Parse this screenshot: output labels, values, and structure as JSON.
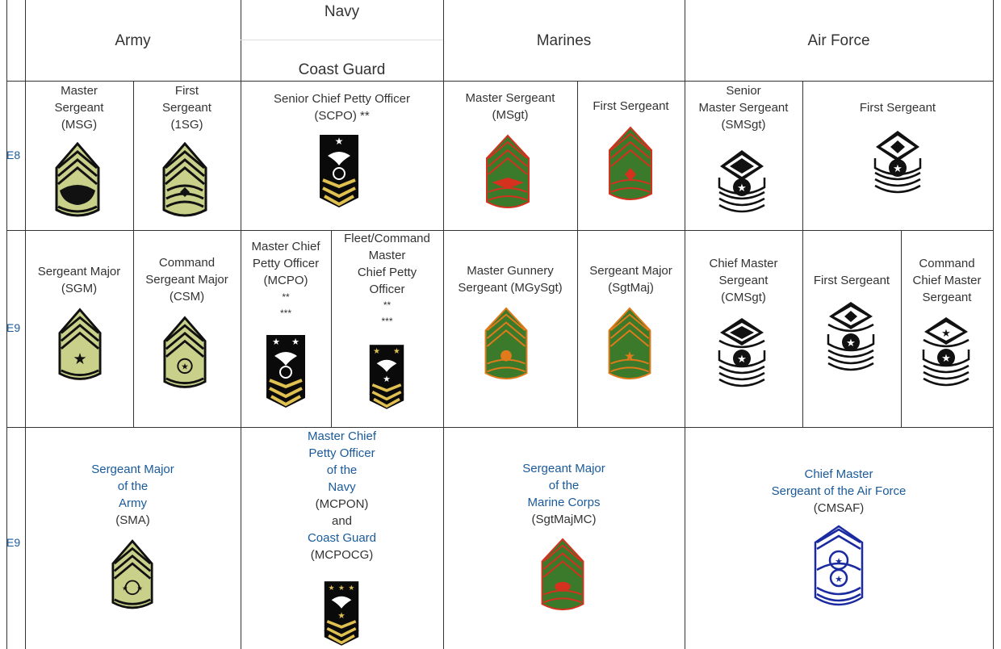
{
  "headers": {
    "army": "Army",
    "navy": "Navy",
    "coast_guard": "Coast Guard",
    "marines": "Marines",
    "air_force": "Air Force"
  },
  "rows": {
    "e8": "E8",
    "e9a": "E9",
    "e9b": "E9"
  },
  "e8": {
    "army_msg": "Master\nSergeant\n(MSG)",
    "army_1sg": "First\nSergeant\n(1SG)",
    "navy_scpo": "Senior Chief Petty Officer\n(SCPO) **",
    "marines_msgt": "Master Sergeant\n(MSgt)",
    "marines_1sg": "First Sergeant",
    "af_smsgt": "Senior\nMaster Sergeant\n(SMSgt)",
    "af_1sg": "First Sergeant"
  },
  "e9": {
    "army_sgm": "Sergeant Major\n(SGM)",
    "army_csm": "Command\nSergeant Major\n(CSM)",
    "navy_mcpo": "Master Chief\nPetty Officer\n(MCPO)",
    "navy_mcpo_stars": "**\n***",
    "navy_fleet": "Fleet/Command\nMaster\nChief Petty\nOfficer",
    "navy_fleet_stars": "**\n***",
    "marines_mgysgt": "Master Gunnery\nSergeant (MGySgt)",
    "marines_sgtmaj": "Sergeant Major\n(SgtMaj)",
    "af_cmsgt": "Chief Master\nSergeant\n(CMSgt)",
    "af_1sg": "First Sergeant",
    "af_ccm": "Command\nChief Master\nSergeant"
  },
  "senior": {
    "army_link": "Sergeant Major\nof the\nArmy",
    "army_abbr": "(SMA)",
    "navy_link1": "Master Chief\nPetty Officer\nof the\nNavy",
    "navy_abbr1": "(MCPON)",
    "navy_and": "and",
    "navy_link2": "Coast Guard",
    "navy_abbr2": "(MCPOCG)",
    "marines_link": "Sergeant Major\nof the\nMarine Corps",
    "marines_abbr": "(SgtMajMC)",
    "af_link": "Chief Master\nSergeant of the Air Force",
    "af_abbr": "(CMSAF)"
  },
  "colors": {
    "army_fill": "#c8d08a",
    "army_dark": "#111111",
    "marines_fill": "#3a7a2a",
    "marines_edge": "#d4311f",
    "marines_e9_edge": "#e07a1a",
    "navy_bg": "#0a0a0a",
    "navy_gold": "#e0c050",
    "af_fill": "#ffffff",
    "af_line": "#111111",
    "cmsaf_blue": "#1a2aa0",
    "link": "#1a5a9a"
  },
  "icons": [
    "army-chevron-icon",
    "navy-rating-badge-icon",
    "marines-chevron-icon",
    "air-force-stripe-icon"
  ]
}
